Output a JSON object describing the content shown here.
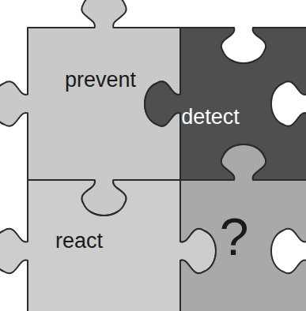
{
  "diagram": {
    "nodes": [
      {
        "text": [
          "prevent"
        ]
      },
      {
        "text": [
          "detect"
        ]
      },
      {
        "text": [
          "react"
        ]
      },
      {
        "text": [
          "?"
        ]
      }
    ]
  }
}
